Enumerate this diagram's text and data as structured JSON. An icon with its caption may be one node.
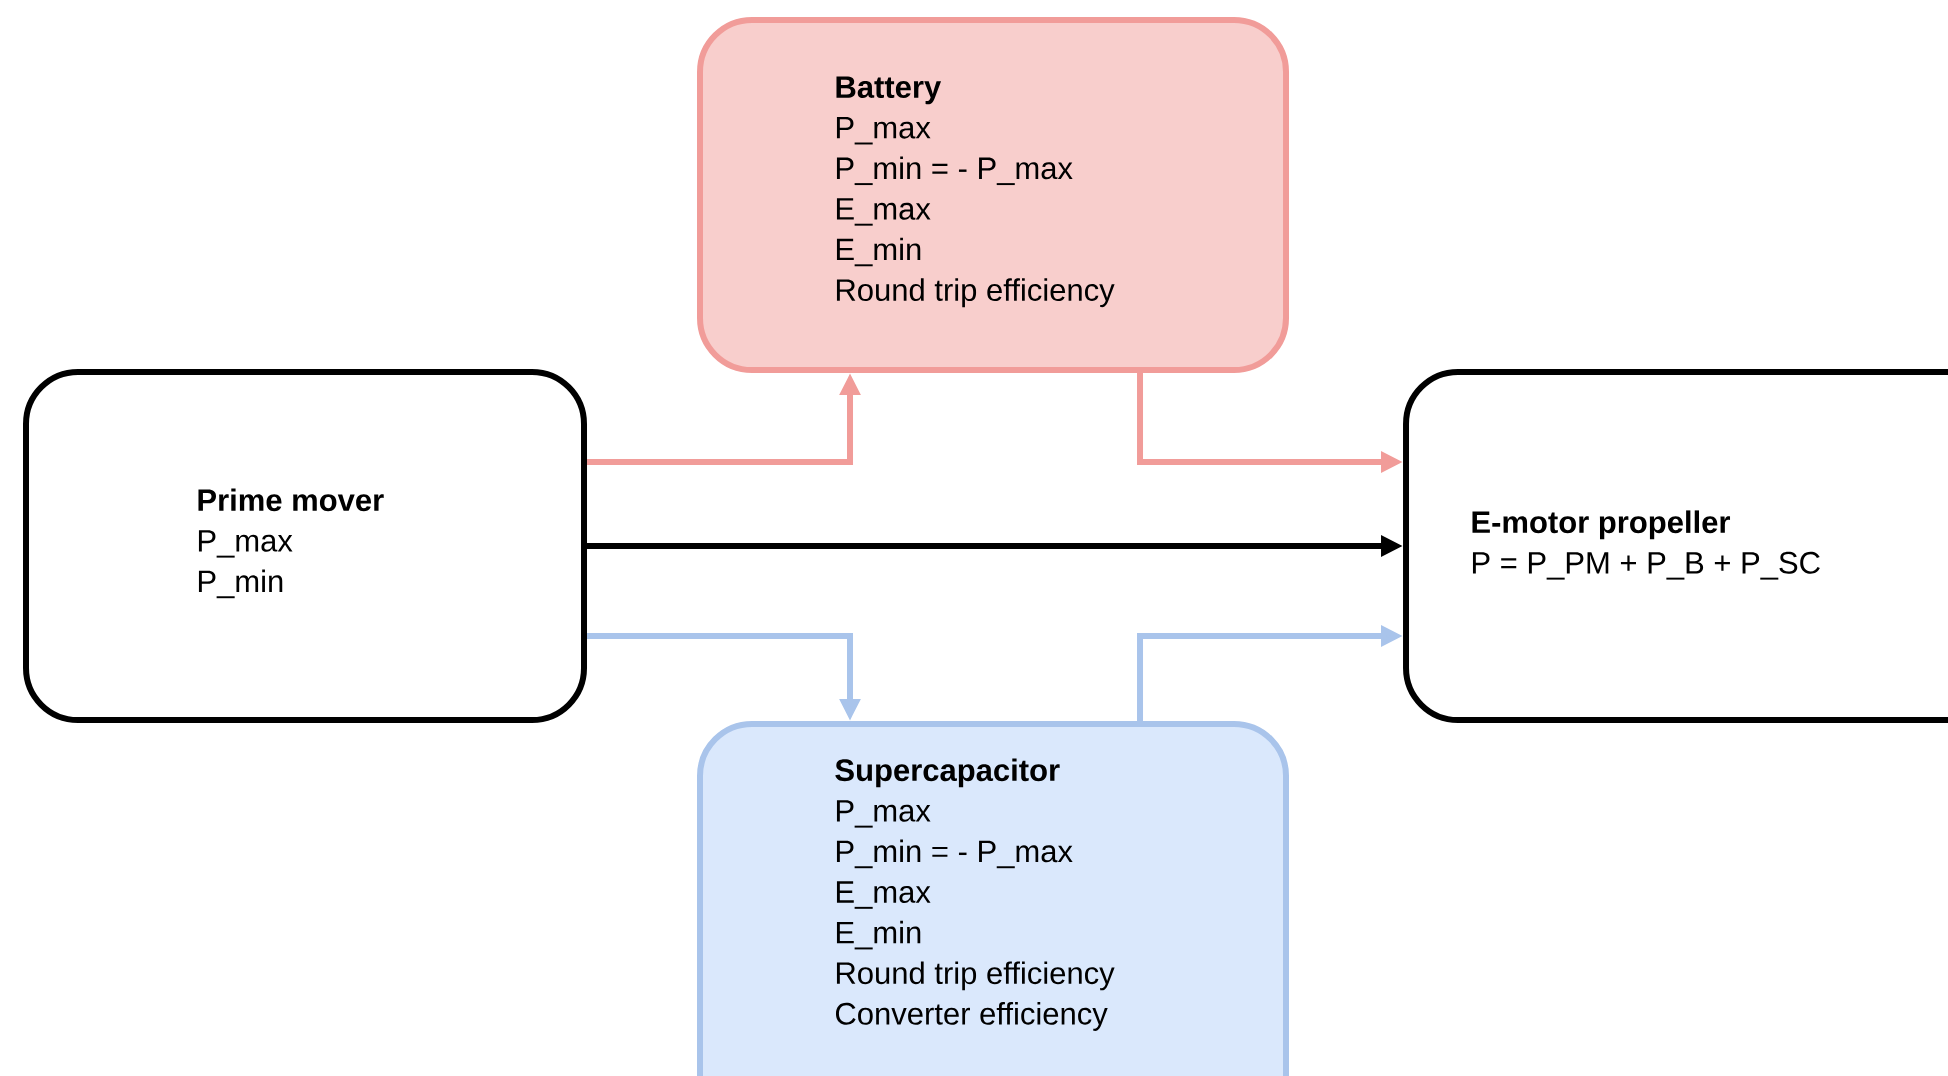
{
  "diagram": {
    "nodes": [
      {
        "text": [
          "Battery",
          "P_max",
          "P_min = - P_max",
          "E_max",
          "E_min",
          "Round trip efficiency"
        ]
      },
      {
        "text": [
          "Prime mover",
          "P_max",
          "P_min"
        ]
      },
      {
        "text": [
          "E-motor propeller",
          "P = P_PM + P_B + P_SC"
        ]
      },
      {
        "text": [
          "Supercapacitor",
          "P_max",
          "P_min = - P_max",
          "E_max",
          "E_min",
          "Round trip efficiency",
          "Converter efficiency"
        ]
      }
    ],
    "edges": [
      {
        "from": 1,
        "to": 0,
        "arrow": "to",
        "color": "#f19c99"
      },
      {
        "from": 0,
        "to": 2,
        "arrow": "to",
        "color": "#f19c99"
      },
      {
        "from": 1,
        "to": 2,
        "arrow": "to",
        "color": "#000000"
      },
      {
        "from": 1,
        "to": 3,
        "arrow": "to",
        "color": "#a9c4eb"
      },
      {
        "from": 3,
        "to": 2,
        "arrow": "to",
        "color": "#a9c4eb"
      }
    ]
  }
}
